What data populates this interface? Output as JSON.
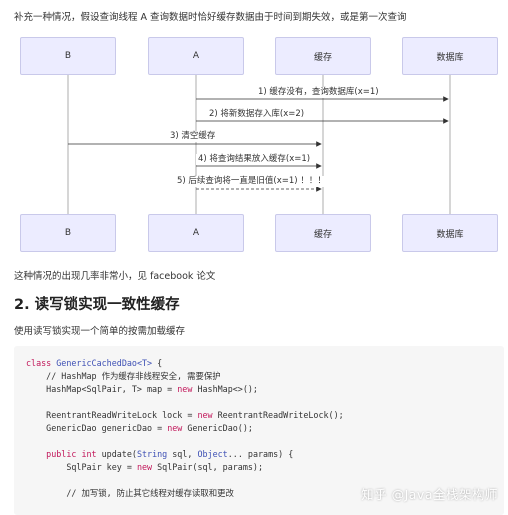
{
  "intro_text": "补充一种情况，假设查询线程 A 查询数据时恰好缓存数据由于时间到期失效，或是第一次查询",
  "diagram": {
    "actors": [
      "B",
      "A",
      "缓存",
      "数据库"
    ],
    "messages": [
      "1) 缓存没有，查询数据库(x=1)",
      "2) 将新数据存入库(x=2)",
      "3) 清空缓存",
      "4) 将查询结果放入缓存(x=1)",
      "5) 后续查询将一直是旧值(x=1) ！！！"
    ]
  },
  "note_text": "这种情况的出现几率非常小，见 facebook 论文",
  "section_heading": "2. 读写锁实现一致性缓存",
  "section_desc": "使用读写锁实现一个简单的按需加载缓存",
  "code": {
    "l1_kw": "class",
    "l1_cls": "GenericCachedDao<T>",
    "l1_rest": " {",
    "l2": "    // HashMap 作为缓存非线程安全, 需要保护",
    "l3_a": "    HashMap<SqlPair, T> map = ",
    "l3_kw": "new",
    "l3_b": " HashMap<>();",
    "l4_a": "    ReentrantReadWriteLock lock = ",
    "l4_kw": "new",
    "l4_b": " ReentrantReadWriteLock();",
    "l5_a": "    GenericDao genericDao = ",
    "l5_kw": "new",
    "l5_b": " GenericDao();",
    "l6_kw": "    public int",
    "l6_a": " update(",
    "l6_cls1": "String",
    "l6_b": " sql, ",
    "l6_cls2": "Object",
    "l6_c": "... params) {",
    "l7_a": "        SqlPair key = ",
    "l7_kw": "new",
    "l7_b": " SqlPair(sql, params);",
    "l8": "        // 加写锁, 防止其它线程对缓存读取和更改"
  },
  "watermark": "知乎 @Java全栈架构师"
}
